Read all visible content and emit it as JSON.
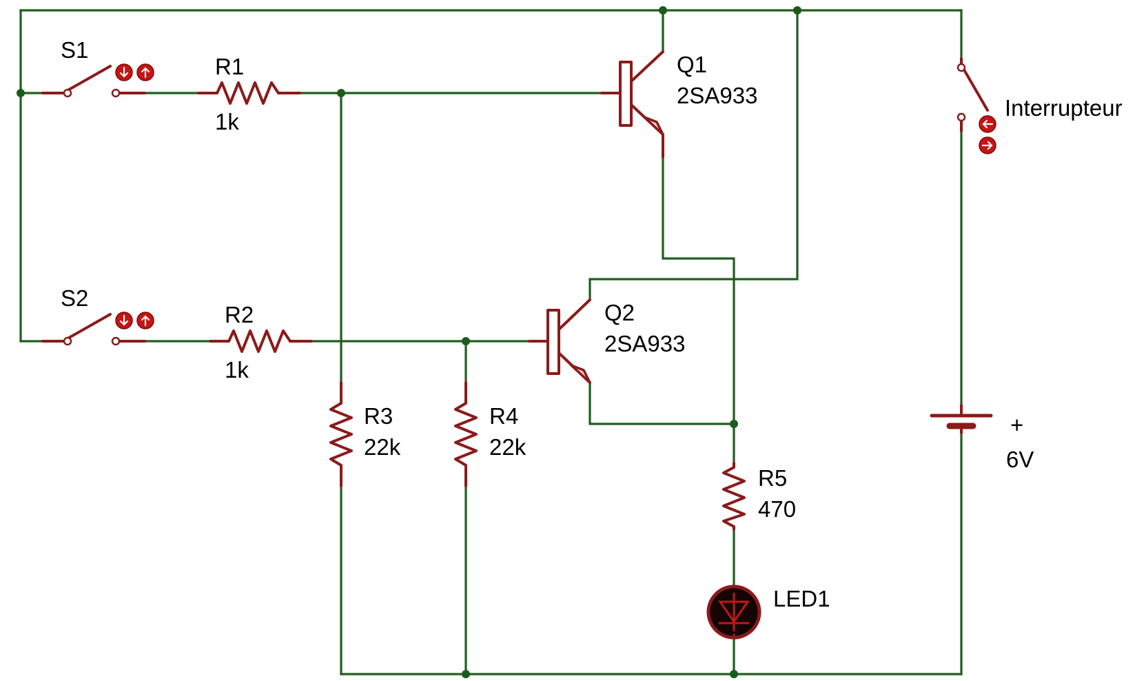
{
  "schematic": {
    "switches": {
      "s1": "S1",
      "s2": "S2",
      "main": "Interrupteur"
    },
    "resistors": [
      {
        "ref": "R1",
        "value": "1k"
      },
      {
        "ref": "R2",
        "value": "1k"
      },
      {
        "ref": "R3",
        "value": "22k"
      },
      {
        "ref": "R4",
        "value": "22k"
      },
      {
        "ref": "R5",
        "value": "470"
      }
    ],
    "transistors": [
      {
        "ref": "Q1",
        "part": "2SA933"
      },
      {
        "ref": "Q2",
        "part": "2SA933"
      }
    ],
    "led": {
      "ref": "LED1"
    },
    "battery": {
      "polarity": "+",
      "voltage": "6V"
    }
  },
  "colors": {
    "wire": "#1f5e1f",
    "component": "#8b1a1a",
    "junction": "#1a5c1a",
    "interactive_button": "#c81414"
  }
}
